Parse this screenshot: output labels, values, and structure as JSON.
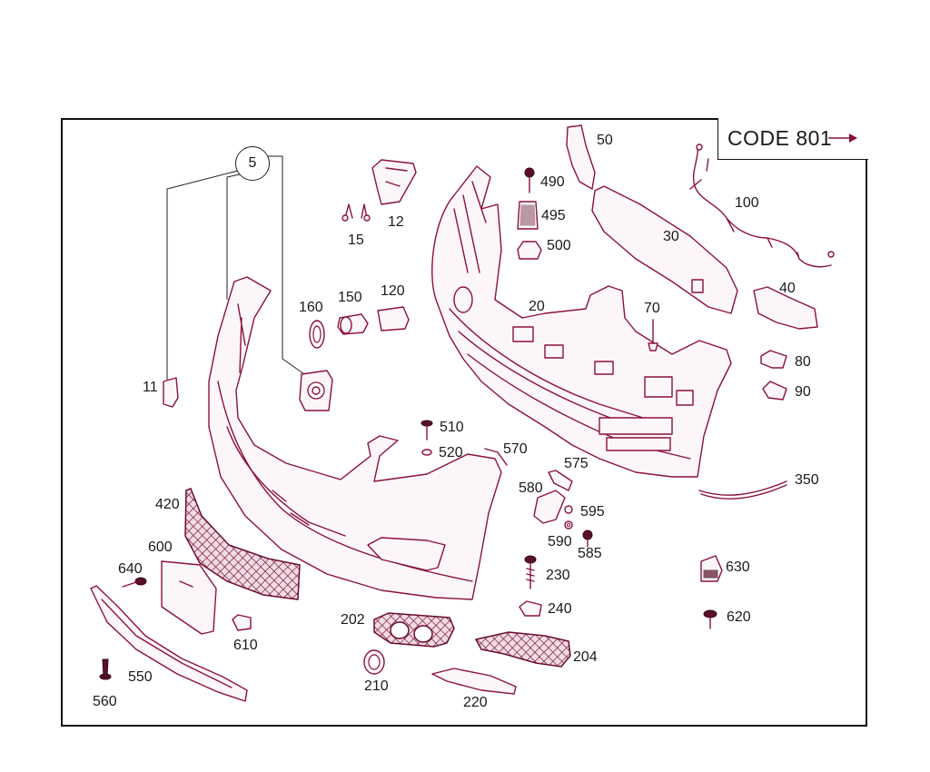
{
  "diagram": {
    "code_label": "CODE 801",
    "callout_group": "5",
    "accent_color": "#8a1236",
    "part_labels": [
      {
        "key": "p11",
        "text": "11"
      },
      {
        "key": "p12",
        "text": "12"
      },
      {
        "key": "p15",
        "text": "15"
      },
      {
        "key": "p20",
        "text": "20"
      },
      {
        "key": "p30",
        "text": "30"
      },
      {
        "key": "p40",
        "text": "40"
      },
      {
        "key": "p50",
        "text": "50"
      },
      {
        "key": "p70",
        "text": "70"
      },
      {
        "key": "p80",
        "text": "80"
      },
      {
        "key": "p90",
        "text": "90"
      },
      {
        "key": "p100",
        "text": "100"
      },
      {
        "key": "p120",
        "text": "120"
      },
      {
        "key": "p150",
        "text": "150"
      },
      {
        "key": "p160",
        "text": "160"
      },
      {
        "key": "p202",
        "text": "202"
      },
      {
        "key": "p204",
        "text": "204"
      },
      {
        "key": "p210",
        "text": "210"
      },
      {
        "key": "p220",
        "text": "220"
      },
      {
        "key": "p230",
        "text": "230"
      },
      {
        "key": "p240",
        "text": "240"
      },
      {
        "key": "p350",
        "text": "350"
      },
      {
        "key": "p420",
        "text": "420"
      },
      {
        "key": "p490",
        "text": "490"
      },
      {
        "key": "p495",
        "text": "495"
      },
      {
        "key": "p500",
        "text": "500"
      },
      {
        "key": "p510",
        "text": "510"
      },
      {
        "key": "p520",
        "text": "520"
      },
      {
        "key": "p550",
        "text": "550"
      },
      {
        "key": "p560",
        "text": "560"
      },
      {
        "key": "p570",
        "text": "570"
      },
      {
        "key": "p575",
        "text": "575"
      },
      {
        "key": "p580",
        "text": "580"
      },
      {
        "key": "p585",
        "text": "585"
      },
      {
        "key": "p590",
        "text": "590"
      },
      {
        "key": "p595",
        "text": "595"
      },
      {
        "key": "p600",
        "text": "600"
      },
      {
        "key": "p610",
        "text": "610"
      },
      {
        "key": "p620",
        "text": "620"
      },
      {
        "key": "p630",
        "text": "630"
      },
      {
        "key": "p640",
        "text": "640"
      }
    ]
  }
}
